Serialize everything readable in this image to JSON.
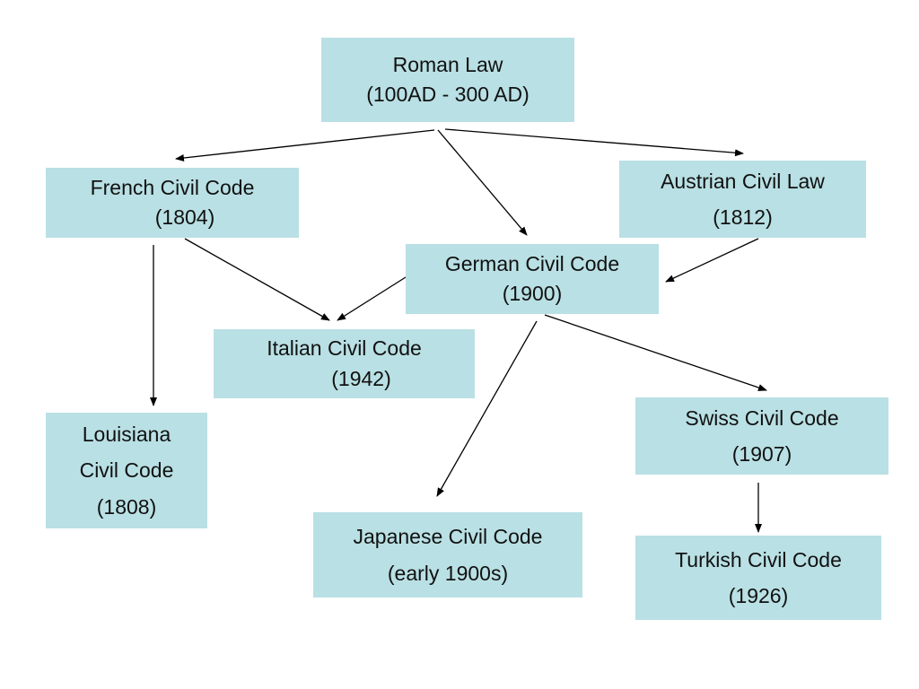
{
  "colors": {
    "node_fill": "#b9e0e4",
    "edge": "#000000",
    "text": "#111111",
    "background": "#ffffff"
  },
  "nodes": [
    {
      "id": "roman",
      "lines": [
        "Roman Law",
        "(100AD - 300 AD)"
      ]
    },
    {
      "id": "french",
      "lines": [
        "French Civil Code",
        "(1804)"
      ]
    },
    {
      "id": "austrian",
      "lines": [
        "Austrian Civil Law",
        "(1812)"
      ]
    },
    {
      "id": "german",
      "lines": [
        "German Civil Code",
        "(1900)"
      ]
    },
    {
      "id": "italian",
      "lines": [
        "Italian Civil Code",
        "(1942)"
      ]
    },
    {
      "id": "louisiana",
      "lines": [
        "Louisiana",
        "Civil Code",
        "(1808)"
      ]
    },
    {
      "id": "swiss",
      "lines": [
        "Swiss Civil Code",
        "(1907)"
      ]
    },
    {
      "id": "japanese",
      "lines": [
        "Japanese Civil Code",
        "(early 1900s)"
      ]
    },
    {
      "id": "turkish",
      "lines": [
        "Turkish Civil Code",
        "(1926)"
      ]
    }
  ],
  "edges": [
    {
      "from": "roman",
      "to": "french"
    },
    {
      "from": "roman",
      "to": "german"
    },
    {
      "from": "roman",
      "to": "austrian"
    },
    {
      "from": "french",
      "to": "louisiana"
    },
    {
      "from": "french",
      "to": "italian"
    },
    {
      "from": "german",
      "to": "italian"
    },
    {
      "from": "austrian",
      "to": "german"
    },
    {
      "from": "german",
      "to": "japanese"
    },
    {
      "from": "german",
      "to": "swiss"
    },
    {
      "from": "swiss",
      "to": "turkish"
    }
  ]
}
